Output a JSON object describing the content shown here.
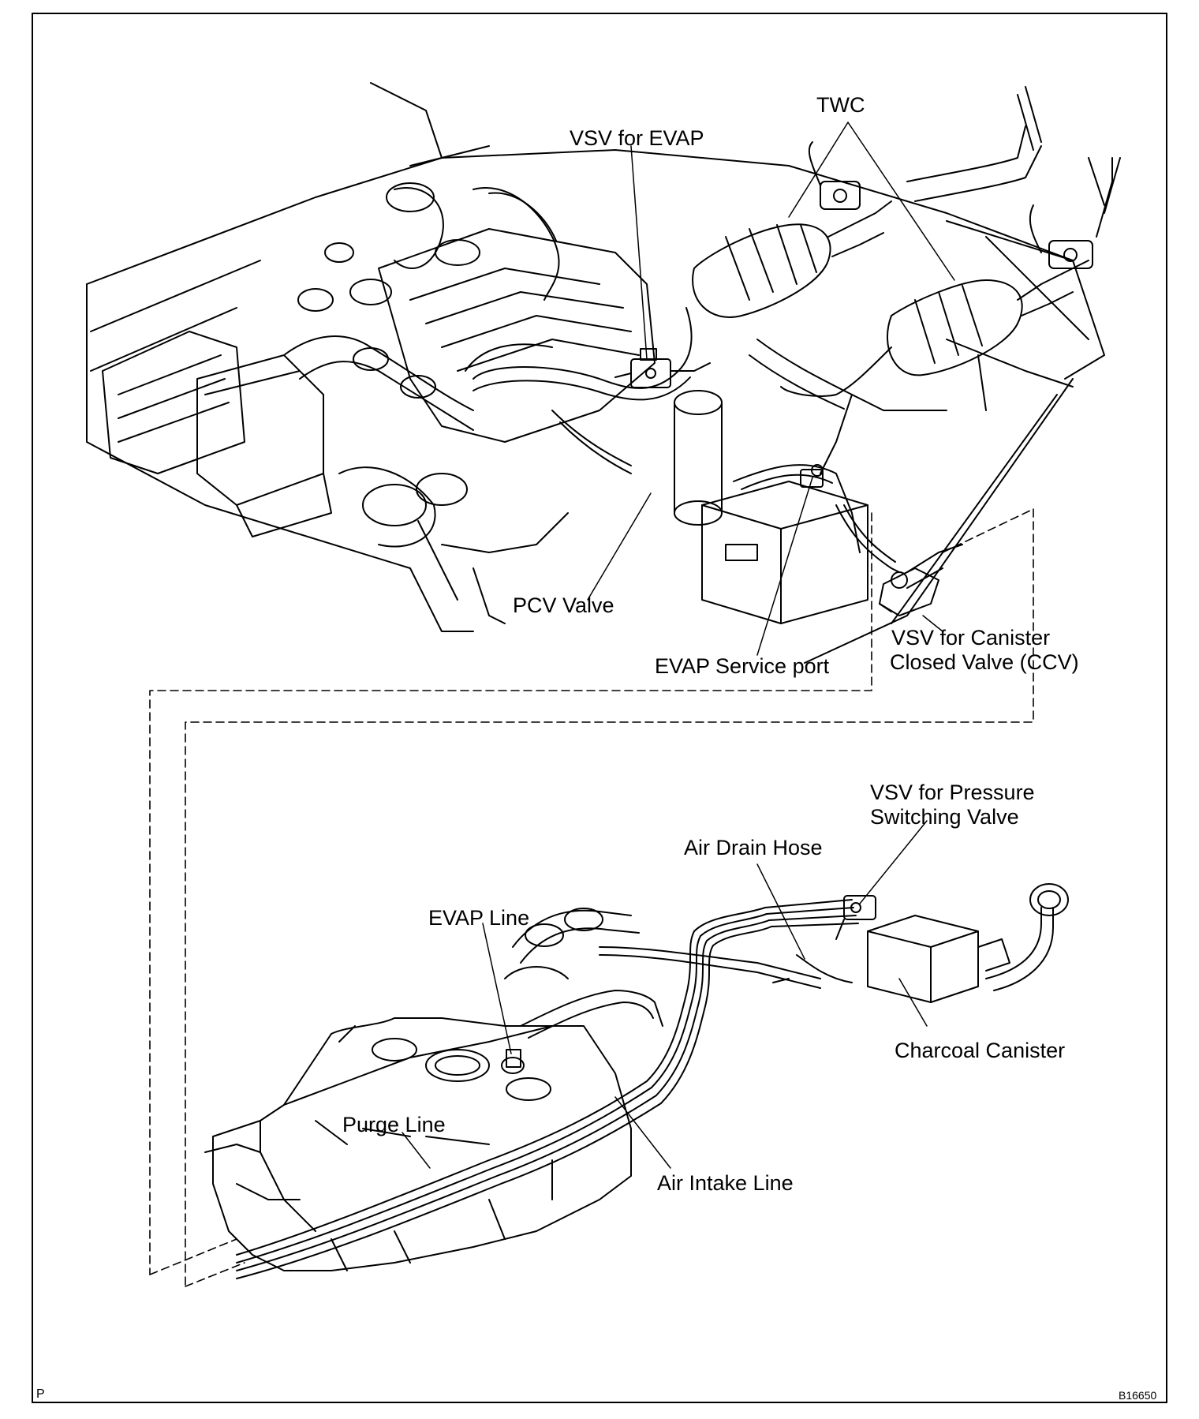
{
  "labels": {
    "twc": "TWC",
    "vsv_evap": "VSV for EVAP",
    "pcv_valve": "PCV Valve",
    "evap_service_port": "EVAP Service port",
    "vsv_ccv_line1": "VSV for Canister",
    "vsv_ccv_line2": "Closed Valve (CCV)",
    "vsv_psv_line1": "VSV for Pressure",
    "vsv_psv_line2": "Switching Valve",
    "air_drain_hose": "Air Drain Hose",
    "evap_line": "EVAP Line",
    "charcoal_canister": "Charcoal Canister",
    "purge_line": "Purge Line",
    "air_intake_line": "Air Intake Line"
  },
  "corner": {
    "left": "P",
    "right": "B16650"
  }
}
